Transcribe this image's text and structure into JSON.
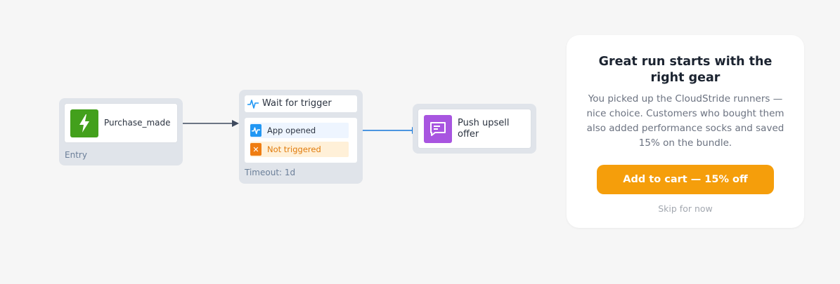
{
  "colors": {
    "background": "#f6f6f6",
    "entry_icon": "#43a01c",
    "wait_icon": "#2297f3",
    "not_triggered": "#ef7d12",
    "push_icon": "#a855e0",
    "cta": "#f59e0b",
    "wire_dark": "#3f4a5e",
    "wire_blue": "#1476d9"
  },
  "flow": {
    "entry": {
      "icon": "lightning-bolt-icon",
      "label": "Purchase_made",
      "footer": "Entry"
    },
    "wait": {
      "icon": "pulse-icon",
      "title": "Wait for trigger",
      "branches": [
        {
          "icon": "pulse-icon",
          "label": "App opened"
        },
        {
          "icon": "close-icon",
          "label": "Not triggered"
        }
      ],
      "footer": "Timeout: 1d"
    },
    "push": {
      "icon": "chat-message-icon",
      "label": "Push upsell offer"
    }
  },
  "offer": {
    "title": "Great run starts with the right gear",
    "body": "You picked up the CloudStride runners — nice choice. Customers who bought them also added performance socks and saved 15% on the bundle.",
    "cta_label": "Add to cart — 15% off",
    "skip_label": "Skip for now"
  }
}
